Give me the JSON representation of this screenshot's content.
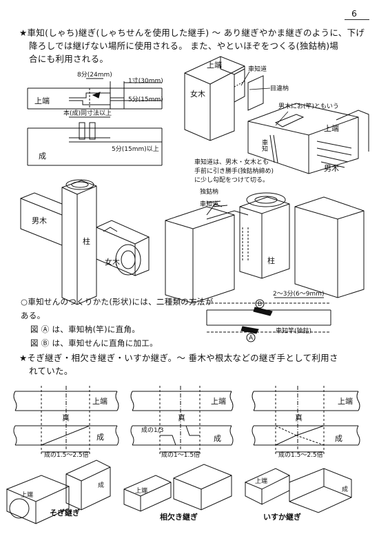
{
  "page_number": "6",
  "section1": {
    "lines": [
      "★車知(しゃち)継ぎ(しゃちせんを使用した継手) ～ あり継ぎやかま継ぎのように、下げ",
      "降ろしでは継げない場所に使用される。 また、やといほぞをつくる(独鈷枘)場",
      "合にも利用される。"
    ]
  },
  "fig1": {
    "dim_8bu": "8分(24mm)",
    "dim_1sun": "1寸(30mm)",
    "dim_5bu": "5分(15mm)",
    "label_uwaba": "上端",
    "label_honse": "本(成)同寸法以上",
    "label_sei": "成",
    "dim_5bu_plus": "5分(15mm)以上"
  },
  "fig2": {
    "label_uwaba": "上端",
    "label_shachi": "車知道",
    "label_dokko": "目違枘",
    "label_mekuki": "女木",
    "label_okuki": "男木",
    "label_note1": "男木にお(竿)ともいう",
    "label_kamin": "車知",
    "label_oki_mesu": "男木",
    "note_lines": [
      "車知道は、男木・女木とも",
      "手前に引き勝手(独鈷枘締め)",
      "に少し勾配をつけて切る。"
    ]
  },
  "fig3": {
    "label_okuki": "男木",
    "label_hashira": "柱",
    "label_mekuki": "女木"
  },
  "fig4": {
    "label_dokko": "独鈷枘",
    "label_shachi": "車知道",
    "label_hashira": "柱"
  },
  "section2": {
    "lines": [
      "○車知せんのつくりかた(形状)には、二種類の方法がある。",
      "図 Ⓐ は、車知枘(竿)に直角。",
      "図 Ⓑ は、車知せんに直角に加工。"
    ],
    "dim_label": "2～3分(6～9mm)",
    "label_b": "B",
    "label_a": "A",
    "label_pin": "車知竿(独鈷)"
  },
  "section3": {
    "lines": [
      "★そぎ継ぎ・相欠き継ぎ・いすか継ぎ。～ 垂木や根太などの継ぎ手として利用さ",
      "れていた。"
    ]
  },
  "joints": [
    {
      "top_label": "上端",
      "mid_label": "真",
      "side_label": "成",
      "dim": "成の1.5～2.5倍",
      "caption": "そぎ継ぎ"
    },
    {
      "top_label": "上端",
      "mid_label": "真",
      "side_label": "成",
      "small_label": "成の1/3",
      "dim": "成の1～1.5倍",
      "caption": "相欠き継ぎ"
    },
    {
      "top_label": "上端",
      "mid_label": "真",
      "side_label": "成",
      "dim": "成の1.5～2.5倍",
      "caption": "いすか継ぎ"
    }
  ],
  "iso_labels": {
    "uwaba1": "上端",
    "sei1": "成",
    "uwaba2": "上端",
    "uwaba3": "上端",
    "sei3": "成"
  }
}
